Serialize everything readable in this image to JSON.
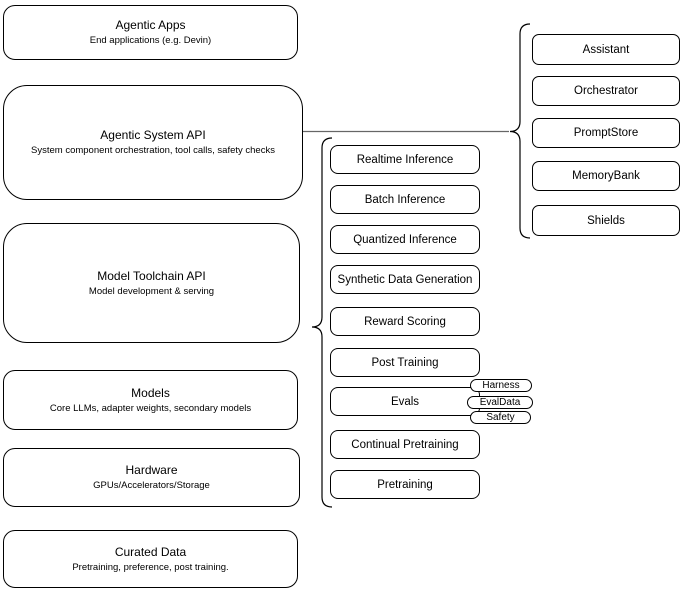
{
  "diagram": {
    "left_stack": [
      {
        "title": "Agentic Apps",
        "subtitle": "End applications (e.g. Devin)"
      },
      {
        "title": "Agentic System API",
        "subtitle": "System component orchestration, tool calls, safety checks"
      },
      {
        "title": "Model Toolchain API",
        "subtitle": "Model development & serving"
      },
      {
        "title": "Models",
        "subtitle": "Core LLMs, adapter weights, secondary models"
      },
      {
        "title": "Hardware",
        "subtitle": "GPUs/Accelerators/Storage"
      },
      {
        "title": "Curated Data",
        "subtitle": "Pretraining, preference, post training."
      }
    ],
    "toolchain_services": [
      "Realtime Inference",
      "Batch Inference",
      "Quantized Inference",
      "Synthetic Data Generation",
      "Reward Scoring",
      "Post Training",
      "Evals",
      "Continual Pretraining",
      "Pretraining"
    ],
    "evals_tags": [
      "Harness",
      "EvalData",
      "Safety"
    ],
    "agentic_components": [
      "Assistant",
      "Orchestrator",
      "PromptStore",
      "MemoryBank",
      "Shields"
    ],
    "colors": {
      "box_border": "#000000",
      "box_fill": "#ffffff",
      "brace_stroke": "#000000",
      "connector_line": "#666666",
      "background": "#ffffff",
      "text": "#000000"
    }
  }
}
